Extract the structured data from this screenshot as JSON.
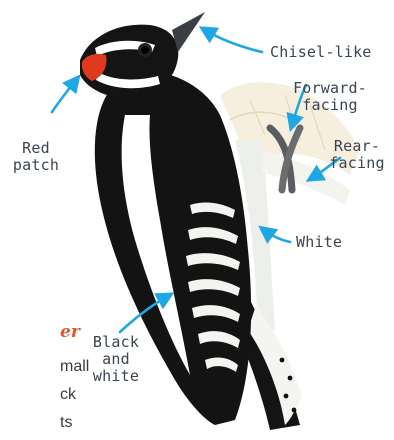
{
  "labels": {
    "chisel": "Chisel-like",
    "forward": [
      "Forward-",
      "facing"
    ],
    "rear": [
      "Rear-",
      "facing"
    ],
    "white": "White",
    "red_patch": [
      "Red",
      "patch"
    ],
    "black_white": [
      "Black",
      "and",
      "white"
    ]
  },
  "cropped_text": {
    "title_fragment": "er",
    "line1": "mall",
    "line2": "ck",
    "line3": "ts"
  },
  "colors": {
    "arrow": "#1ea7e4",
    "label_text": "#3a4552",
    "red_patch": "#e03a1e",
    "title_fragment": "#e4572e"
  }
}
